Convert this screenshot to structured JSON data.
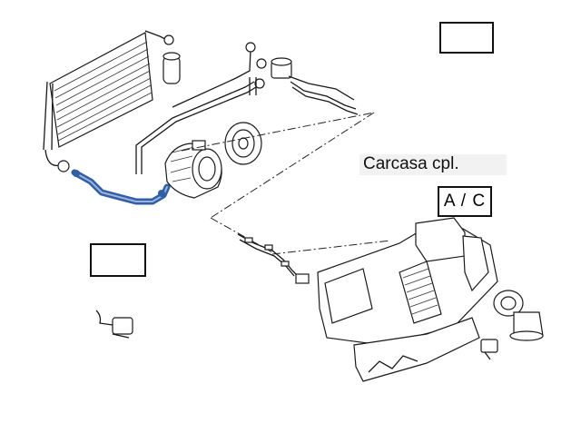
{
  "labels": {
    "assembly": "Carcasa cpl.",
    "system": "A / C"
  },
  "colors": {
    "highlight": "#2f5fa8",
    "line": "#1a1a1a",
    "label_background": "#f2f2f2"
  },
  "parts": {
    "highlighted": "compressor-to-condenser-hose"
  }
}
